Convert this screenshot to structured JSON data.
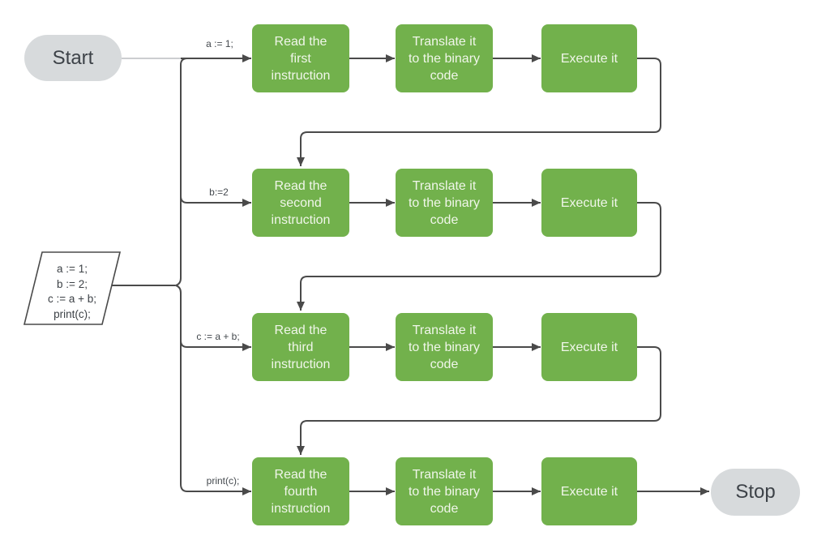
{
  "flow": {
    "start_label": "Start",
    "stop_label": "Stop",
    "input_code": "a := 1;\nb := 2;\nc := a + b;\nprint(c);",
    "rows": [
      {
        "label": "a := 1;",
        "read": "Read the\nfirst\ninstruction",
        "translate": "Translate it\nto the binary\ncode",
        "execute": "Execute it"
      },
      {
        "label": "b:=2",
        "read": "Read the\nsecond\ninstruction",
        "translate": "Translate it\nto the binary\ncode",
        "execute": "Execute it"
      },
      {
        "label": "c := a + b;",
        "read": "Read the\nthird\ninstruction",
        "translate": "Translate it\nto the binary\ncode",
        "execute": "Execute it"
      },
      {
        "label": "print(c);",
        "read": "Read the\nfourth\ninstruction",
        "translate": "Translate it\nto the binary\ncode",
        "execute": "Execute it"
      }
    ],
    "colors": {
      "process_fill": "#72B14C",
      "process_text": "#F0F6EA",
      "terminal_fill": "#D7DADC",
      "terminal_text": "#3D4248",
      "connector": "#4A4A4A",
      "start_connector": "#BCBEC0",
      "io_fill": "#FFFFFF",
      "label_text": "#44494E"
    }
  }
}
